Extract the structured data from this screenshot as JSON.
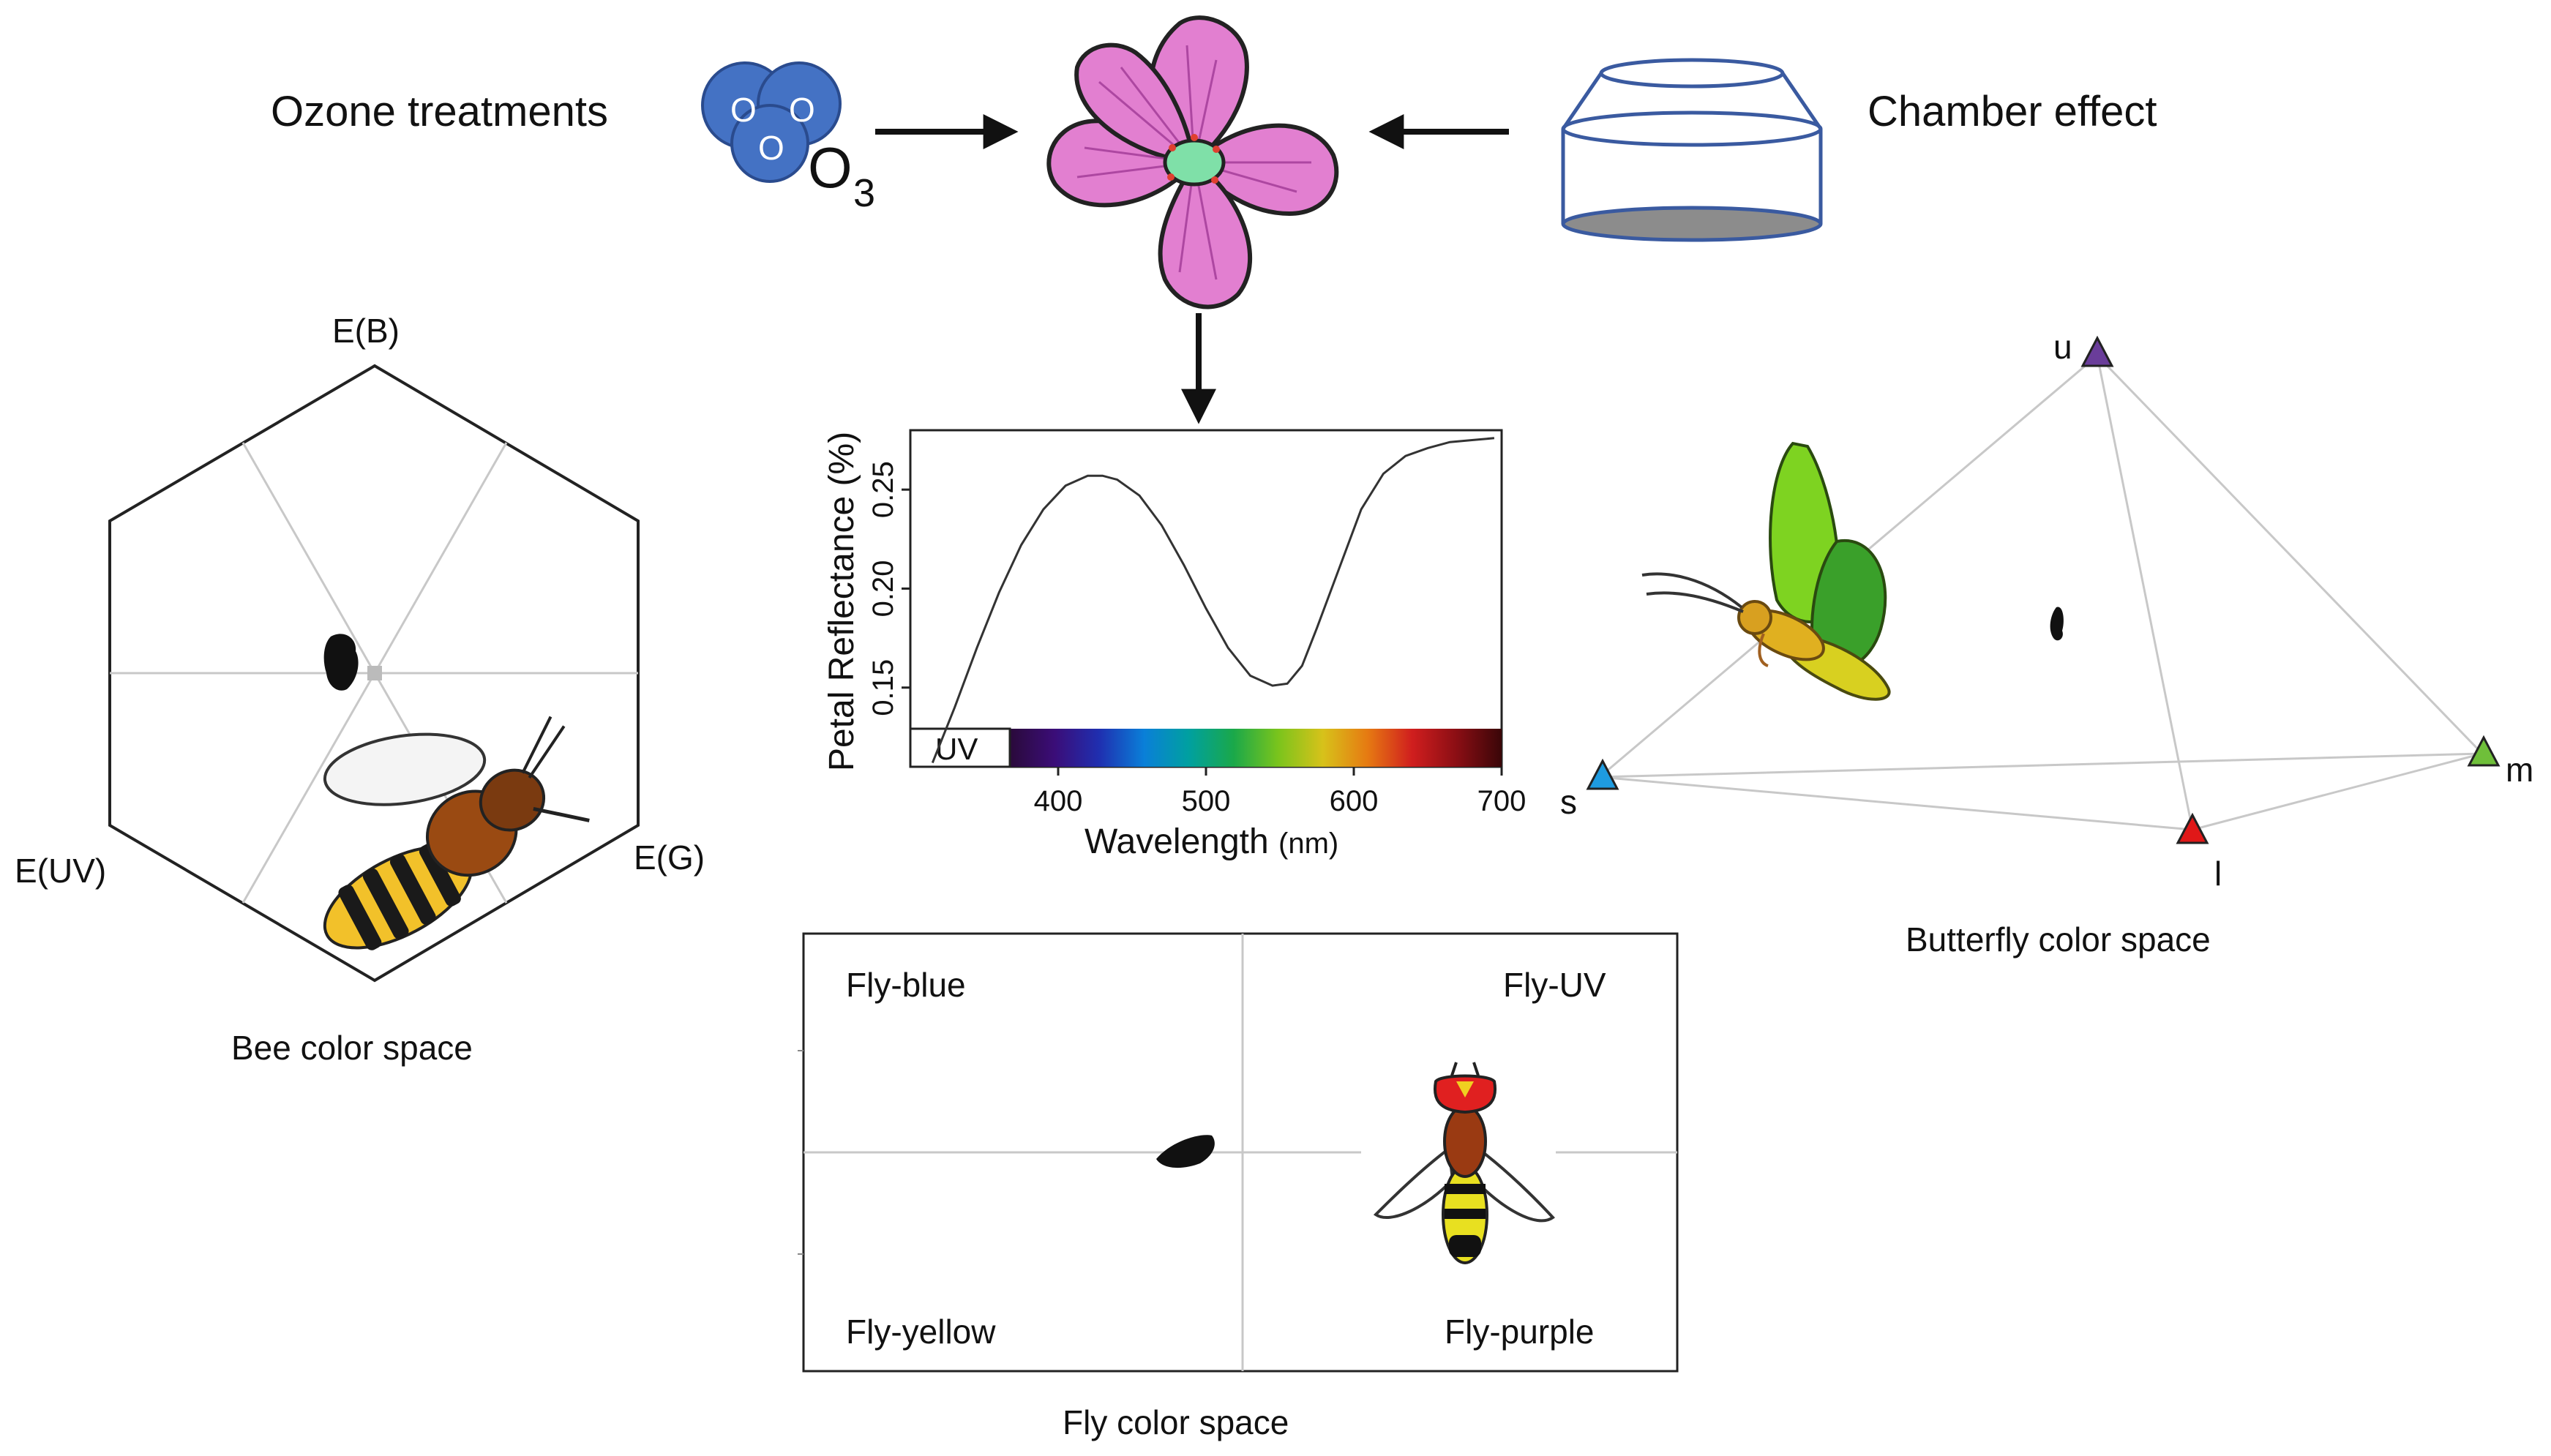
{
  "top": {
    "ozone_label": "Ozone treatments",
    "o3_atom_letter": "O",
    "o3_formula": "O",
    "o3_subscript": "3",
    "chamber_label": "Chamber effect"
  },
  "bee": {
    "caption": "Bee color space",
    "vertex_top": "E(B)",
    "vertex_left": "E(UV)",
    "vertex_right": "E(G)"
  },
  "reflectance": {
    "ylabel": "Petal Reflectance (%)",
    "xlabel": "Wavelength",
    "xunit": "(nm)",
    "uv_label": "UV",
    "spectrum_stops": [
      "#2a0a3a",
      "#3b0d78",
      "#1f2fb0",
      "#0a7fd8",
      "#00a0a0",
      "#1aa84a",
      "#7ac41c",
      "#d7c21a",
      "#e67a12",
      "#d01e1e",
      "#8a0e14",
      "#3a0608"
    ]
  },
  "chart_data": {
    "type": "line",
    "xlabel": "Wavelength (nm)",
    "ylabel": "Petal Reflectance (%)",
    "xlim": [
      300,
      700
    ],
    "ylim": [
      0.11,
      0.28
    ],
    "x_ticks": [
      400,
      500,
      600,
      700
    ],
    "y_ticks": [
      0.15,
      0.2,
      0.25
    ],
    "x_tick_labels": [
      "400",
      "500",
      "600",
      "700"
    ],
    "y_tick_labels": [
      "0.15",
      "0.20",
      "0.25"
    ],
    "x": [
      315,
      330,
      345,
      360,
      375,
      390,
      405,
      420,
      430,
      440,
      455,
      470,
      485,
      500,
      515,
      530,
      545,
      555,
      565,
      575,
      590,
      605,
      620,
      635,
      650,
      665,
      680,
      695
    ],
    "y": [
      0.112,
      0.14,
      0.17,
      0.198,
      0.222,
      0.24,
      0.252,
      0.257,
      0.257,
      0.255,
      0.247,
      0.232,
      0.212,
      0.19,
      0.17,
      0.156,
      0.151,
      0.152,
      0.161,
      0.18,
      0.21,
      0.24,
      0.258,
      0.267,
      0.271,
      0.274,
      0.275,
      0.276
    ]
  },
  "butterfly": {
    "caption": "Butterfly color space",
    "vertex_u": "u",
    "vertex_s": "s",
    "vertex_m": "m",
    "vertex_l": "l",
    "color_u": "#6a3d9a",
    "color_s": "#1e9be0",
    "color_m": "#6fbf3a",
    "color_l": "#e01818"
  },
  "fly": {
    "caption": "Fly color space",
    "q_top_left": "Fly-blue",
    "q_top_right": "Fly-UV",
    "q_bottom_left": "Fly-yellow",
    "q_bottom_right": "Fly-purple"
  },
  "icons": [
    "ozone-molecule-icon",
    "flower-icon",
    "chamber-icon",
    "bee-icon",
    "butterfly-icon",
    "fly-icon",
    "arrow-icon"
  ]
}
